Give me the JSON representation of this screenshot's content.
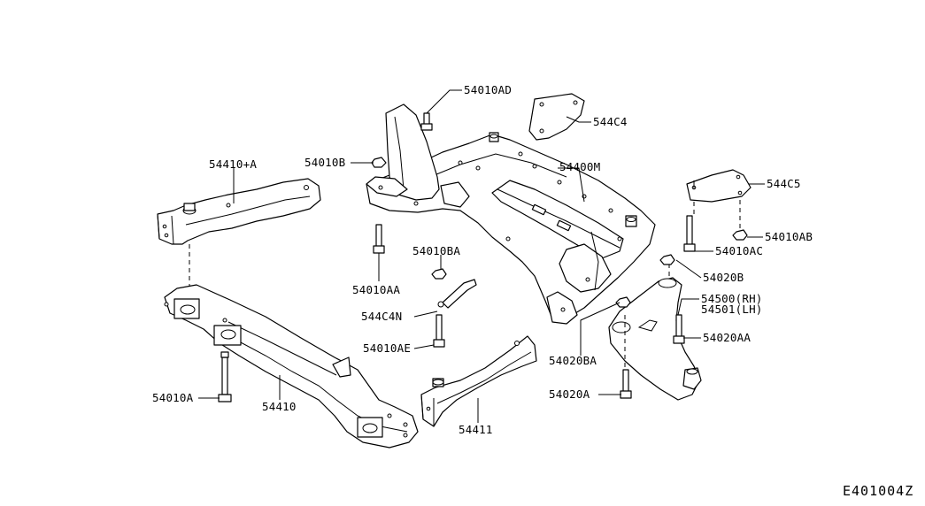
{
  "labels": {
    "p54010AD": "54010AD",
    "p544C4": "544C4",
    "p54410A": "54410+A",
    "p54010B": "54010B",
    "p54400M": "54400M",
    "p544C5": "544C5",
    "p54010AB": "54010AB",
    "p54010AC": "54010AC",
    "p54010BA": "54010BA",
    "p54020B": "54020B",
    "p54010AA": "54010AA",
    "p544C4N": "544C4N",
    "p54500RH": "54500(RH)",
    "p54501LH": "54501(LH)",
    "p54010AE": "54010AE",
    "p54020AA": "54020AA",
    "p54020BA": "54020BA",
    "p54010A": "54010A",
    "p54410": "54410",
    "p54020A": "54020A",
    "p54411": "54411"
  },
  "diagram_ref": "E401004Z"
}
